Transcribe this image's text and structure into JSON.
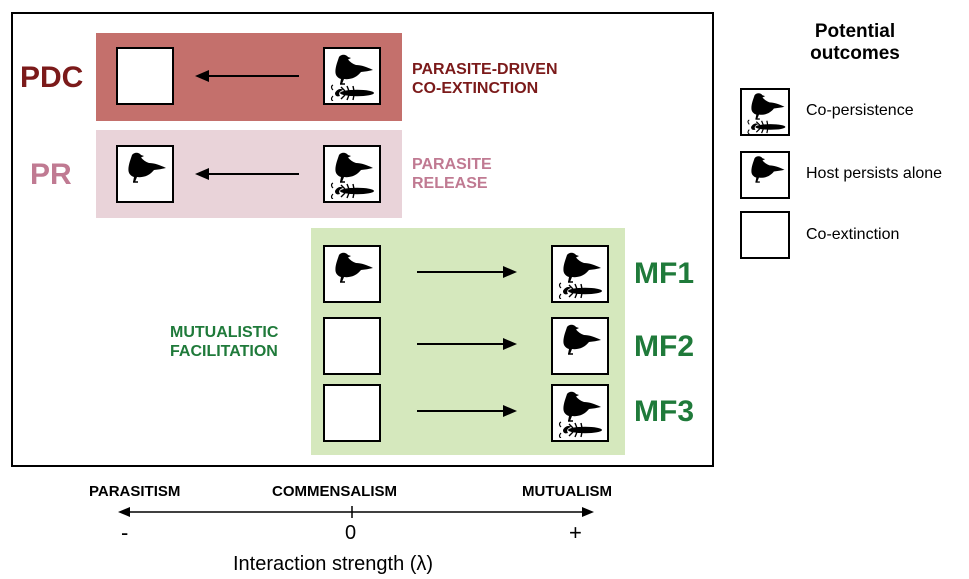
{
  "legend": {
    "title_line1": "Potential",
    "title_line2": "outcomes",
    "items": [
      {
        "label": "Co-persistence",
        "icon": "host-and-parasite-icon"
      },
      {
        "label": "Host persists alone",
        "icon": "host-bird-icon"
      },
      {
        "label": "Co-extinction",
        "icon": "empty-box-icon"
      }
    ]
  },
  "scenarios": {
    "pdc": {
      "code": "PDC",
      "desc_line1": "PARASITE-DRIVEN",
      "desc_line2": "CO-EXTINCTION",
      "color": "#7b1a1a",
      "band_color": "#c4706c"
    },
    "pr": {
      "code": "PR",
      "desc_line1": "PARASITE",
      "desc_line2": "RELEASE",
      "color": "#c07a92",
      "band_color": "#e9d3d9"
    },
    "mf": {
      "desc_line1": "MUTUALISTIC",
      "desc_line2": "FACILITATION",
      "color": "#1f7a3a",
      "band_color": "#d5e8bd",
      "rows": [
        {
          "code": "MF1"
        },
        {
          "code": "MF2"
        },
        {
          "code": "MF3"
        }
      ]
    }
  },
  "axis": {
    "left_label": "PARASITISM",
    "center_label": "COMMENSALISM",
    "right_label": "MUTUALISM",
    "left_sign": "-",
    "center_value": "0",
    "right_sign": "+",
    "title": "Interaction strength (λ)"
  }
}
